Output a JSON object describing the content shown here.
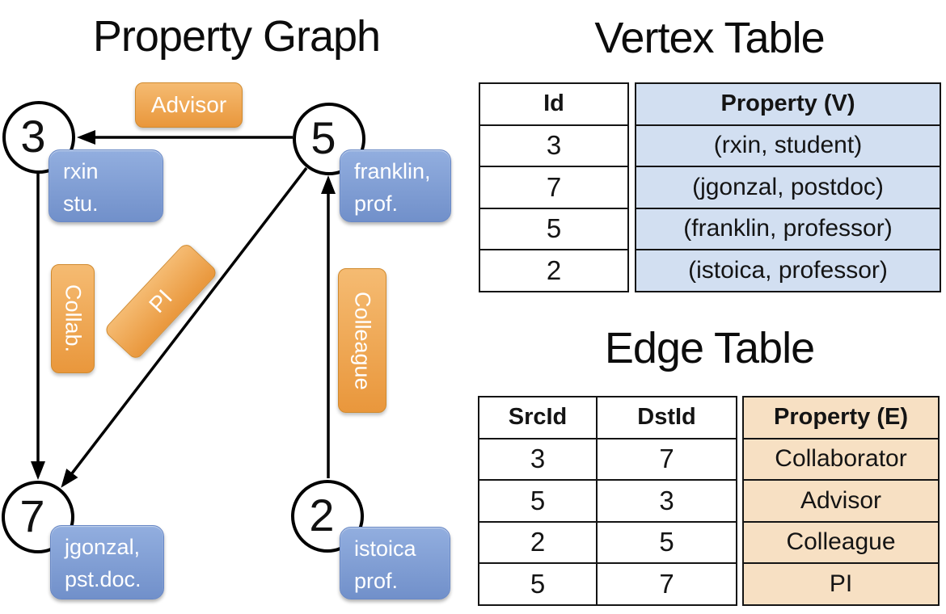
{
  "graph": {
    "title": "Property Graph",
    "nodes": [
      {
        "id": "3",
        "label_line1": "rxin",
        "label_line2": "stu."
      },
      {
        "id": "5",
        "label_line1": "franklin,",
        "label_line2": "prof."
      },
      {
        "id": "7",
        "label_line1": "jgonzal,",
        "label_line2": "pst.doc."
      },
      {
        "id": "2",
        "label_line1": "istoica",
        "label_line2": "prof."
      }
    ],
    "edges": [
      {
        "from": "5",
        "to": "3",
        "label": "Advisor"
      },
      {
        "from": "3",
        "to": "7",
        "label": "Collab."
      },
      {
        "from": "5",
        "to": "7",
        "label": "PI"
      },
      {
        "from": "2",
        "to": "5",
        "label": "Colleague"
      }
    ],
    "edge_labels": [
      {
        "text": "Advisor"
      },
      {
        "text": "Collab."
      },
      {
        "text": "PI"
      },
      {
        "text": "Colleague"
      }
    ]
  },
  "vertex_table": {
    "title": "Vertex Table",
    "headers": {
      "id": "Id",
      "property": "Property (V)"
    },
    "rows": [
      {
        "id": "3",
        "property": "(rxin, student)"
      },
      {
        "id": "7",
        "property": "(jgonzal, postdoc)"
      },
      {
        "id": "5",
        "property": "(franklin, professor)"
      },
      {
        "id": "2",
        "property": "(istoica, professor)"
      }
    ]
  },
  "edge_table": {
    "title": "Edge Table",
    "headers": {
      "src": "SrcId",
      "dst": "DstId",
      "property": "Property (E)"
    },
    "rows": [
      {
        "src": "3",
        "dst": "7",
        "property": "Collaborator"
      },
      {
        "src": "5",
        "dst": "3",
        "property": "Advisor"
      },
      {
        "src": "2",
        "dst": "5",
        "property": "Colleague"
      },
      {
        "src": "5",
        "dst": "7",
        "property": "PI"
      }
    ]
  },
  "colors": {
    "edge_label_fill_top": "#f5bb72",
    "edge_label_fill_bottom": "#e9973c",
    "node_label_fill_top": "#92aedf",
    "node_label_fill_bottom": "#7190ca",
    "vertex_property_cell": "#d2dff1",
    "edge_property_cell": "#f7e0c3",
    "line": "#000000",
    "text_light": "#ffffff"
  }
}
